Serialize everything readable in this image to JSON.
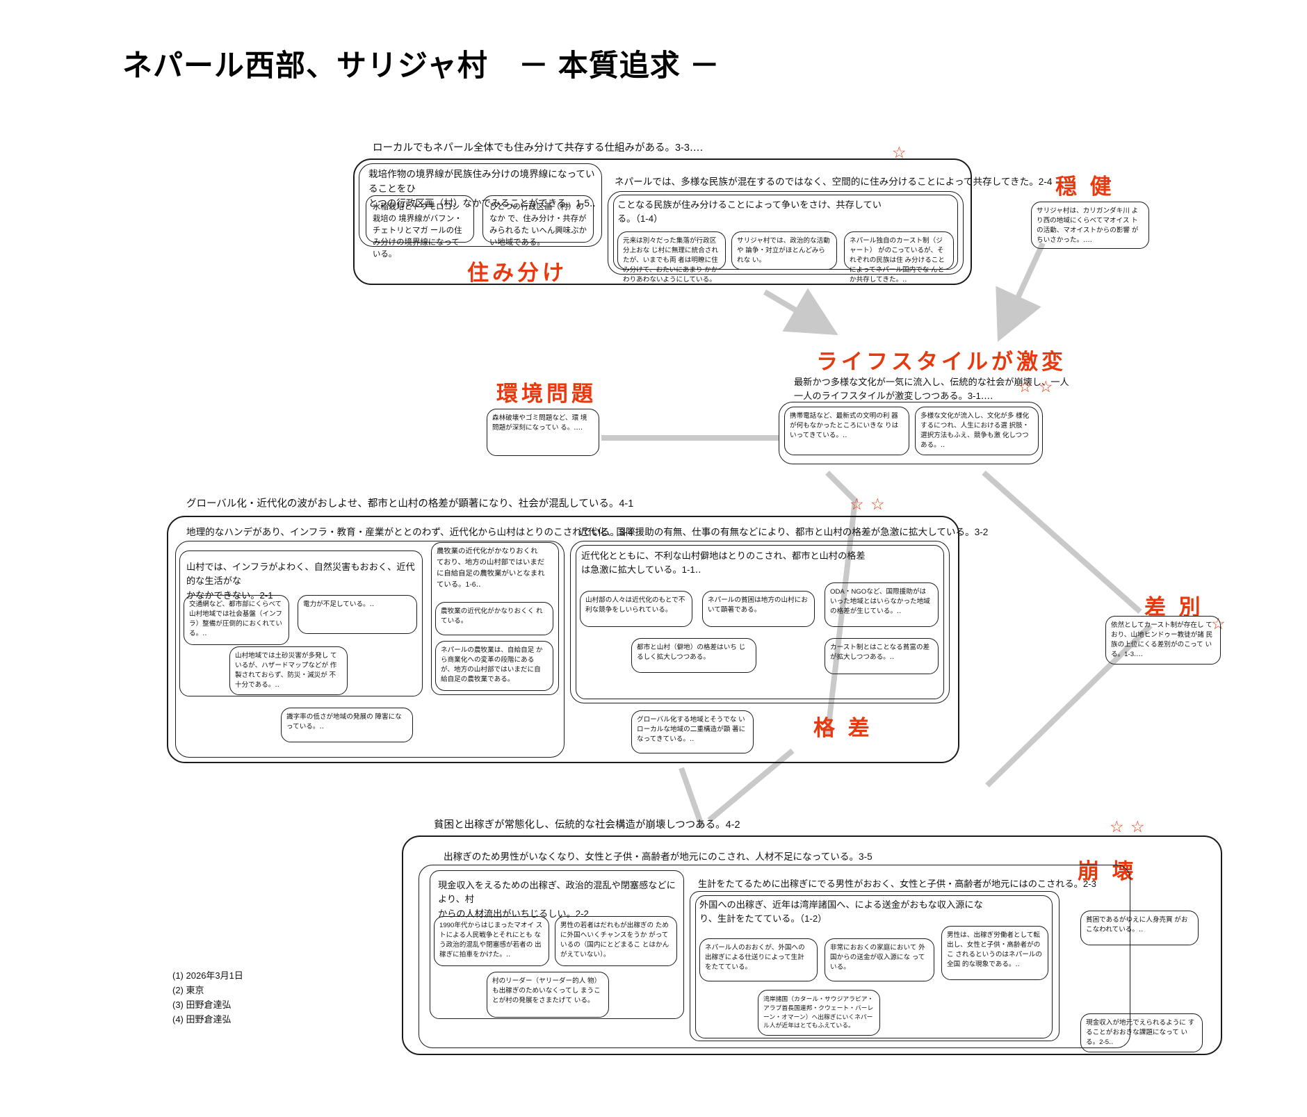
{
  "title": "ネパール西部、サリジャ村　－ 本質追求 －",
  "footnotes": [
    "(1) 2026年3月1日",
    "(2) 東京",
    "(3) 田野倉達弘",
    "(4) 田野倉達弘"
  ],
  "red_labels": {
    "sumiwake": "住み分け",
    "kenkou": "穏 健",
    "lifestyle": "ライフスタイルが激変",
    "kankyou": "環境問題",
    "kakusa": "格 差",
    "sabetsu": "差 別",
    "houkai": "崩 壊"
  },
  "star_glyph": "☆",
  "clusters": {
    "sumiwake": {
      "headline": "ローカルでもネパール全体でも住み分けて共存する仕組みがある。3-3‥‥",
      "left": {
        "caption": "栽培作物の境界線が民族住み分けの境界線になっていることをひ\nとつの行政区画（村）なかでみることができる。1-5‥",
        "leaves": [
          "水稲栽培とトウモロコシ栽培の\n境界線がバフン・チェトリとマガ\nールの住み分けの境界線になって\nいる。",
          "ひとつの行政区画（村）のなか\nで、住み分け・共存がみられるた\nいへん興味ぶかい地域である。"
        ]
      },
      "right": {
        "caption": "ネパールでは、多様な民族が混在するのではなく、空間的に住み分けることによって共存してきた。2-4",
        "sub_caption": "ことなる民族が住み分けることによって争いをさけ、共存してい\nる。（1-4）",
        "leaves": [
          "元来は別々だった集落が行政区分上おな\nじ村に無理に統合されたが、いまでも両\n者は明瞭に住み分けて、おたいにあまり\nかかわりあわないようにしている。",
          "サリジャ村では、政治的な活動や\n論争・対立がほとんどみられな\nい。",
          "ネパール独自のカースト制（ジャート）\nがのこっているが、それぞれの民族は住\nみ分けることによってネパール国内でな\nんとか共存してきた。‥"
        ]
      }
    },
    "kenkou": {
      "leaf": "サリジャ村は、カリガンダキ川\nより西の地域にくらべてマオイス\nトの活動、マオイストからの影響\nがちいさかった。‥‥"
    },
    "lifestyle": {
      "caption": "最新かつ多様な文化が一気に流入し、伝統的な社会が崩壊し、一人\n一人のライフスタイルが激変しつつある。3-1‥‥",
      "leaves": [
        "携帯電話など、最新式の文明の利\n器が何もなかったところにいきな\nりはいってきている。‥",
        "多様な文化が流入し、文化が多\n様化するにつれ、人生における選\n択肢・選択方法もふえ、競争も激\n化しつつある。‥"
      ]
    },
    "kankyou": {
      "leaf": "森林破壊やゴミ問題など、環\n境問題が深刻になってい\nる。‥‥"
    },
    "kakusa": {
      "headline": "グローバル化・近代化の波がおしよせ、都市と山村の格差が顕著になり、社会が混乱している。4-1",
      "left": {
        "caption": "地理的なハンデがあり、インフラ・教育・産業がととのわず、近代化から山村はとりのこされている。3-4",
        "sub_left_caption": "山村では、インフラがよわく、自然災害もおおく、近代的な生活がな\nかなかできない。2-1",
        "sub_left_leaves": [
          "交通網など、都市部にくらべて\n山村地域では社会基盤（インフ\nラ）整備が圧倒的におくれてい\nる。‥",
          "電力が不足している。‥",
          "山村地域では土砂災害が多発し\nているが、ハザードマップなどが\n作製されておらず、防災・減災が\n不十分である。‥"
        ],
        "orphan_leaf": "識字率の低さが地域の発展の\n障害になっている。‥",
        "sub_right_caption": "農牧業の近代化がかなりおくれ\nており、地方の山村部ではいまだ\nに自給自足の農牧業がいとなまれ\nている。1-6‥",
        "sub_right_leaves": [
          "農牧業の近代化がかなりおくく\nれている。",
          "ネパールの農牧業は、自給自足\nから商業化への変革の段階にある\nが、地方の山村部ではいまだに自\n給自足の農牧業である。"
        ]
      },
      "right": {
        "caption": "近代化、国際援助の有無、仕事の有無などにより、都市と山村の格差が急激に拡大している。3-2",
        "sub_caption": "近代化とともに、不利な山村僻地はとりのこされ、都市と山村の格差\nは急激に拡大している。1-1‥",
        "leaves": [
          "山村部の人々は近代化のもとで不\n利な競争をしいられている。",
          "ネパールの貧困は地方の山村にお\nいて顕著である。",
          "ODA・NGOなど、国際援助がは\nいった地域とはいらなかった地域\nの格差が生じている。‥",
          "都市と山村（僻地）の格差はいち\nじるしく拡大しつつある。",
          "カースト制とはことなる貧富の差\nが拡大しつつある。‥"
        ],
        "orphan_leaf": "グローバル化する地域とそうでな\nいローカルな地域の二重構造が顕\n著になってきている。‥"
      }
    },
    "sabetsu": {
      "leaf": "依然としてカースト制が存在し\nており、山地ヒンドゥー教徒が諸\n民族の上位にくる差別がのこって\nいる。1-3‥‥"
    },
    "houkai": {
      "headline": "貧困と出稼ぎが常態化し、伝統的な社会構造が崩壊しつつある。4-2",
      "caption": "出稼ぎのため男性がいなくなり、女性と子供・高齢者が地元にのこされ、人材不足になっている。3-5",
      "left": {
        "caption": "現金収入をえるための出稼ぎ、政治的混乱や閉塞感などにより、村\nからの人材流出がいちじるしい。2-2",
        "leaves": [
          "1990年代からはじまったマオイ\nストによる人民戦争とそれにとも\nなう政治的混乱や閉塞感が若者の\n出稼ぎに拍車をかけた。‥",
          "男性の若者はだれもが出稼ぎの\nために外国へいくチャンスをうか\nがっているの（国内にとどまるこ\nとはかんがえていない）。",
          "村のリーダー（ヤリーダー的人\n物）も出稼ぎのためいなくってし\nまうことが村の発展をさまたげて\nいる。"
        ]
      },
      "right": {
        "caption": "生計をたてるために出稼ぎにでる男性がおおく、女性と子供・高齢者が地元にはのこされる。2-3",
        "sub_caption": "外国への出稼ぎ、近年は湾岸諸国へ、による送金がおもな収入源にな\nり、生計をたてている。（1-2）",
        "leaves": [
          "ネパール人のおおくが、外国への\n出稼ぎによる仕送りによって生計\nをたてている。",
          "非常におおくの家庭において\n外国からの送金が収入源にな\nっている。",
          "男性は、出稼ぎ労働者として転\n出し、女性と子供・高齢者がのこ\nされるというのはネパールの全国\n的な現象である。‥",
          "湾岸諸国（カタール・サウジアラビア・\nアラブ首長国連邦・クウェート・バーレ\nーン・オマーン）へ出稼ぎにいくネパー\nル人が近年はとてもふえている。"
        ]
      },
      "far_right_leaves": [
        "貧困であるがゆえに人身売買\nがおこなわれている。‥",
        "現金収入が地元でえられるように\nすることがおおきな課題になって\nいる。2-5‥"
      ]
    }
  }
}
